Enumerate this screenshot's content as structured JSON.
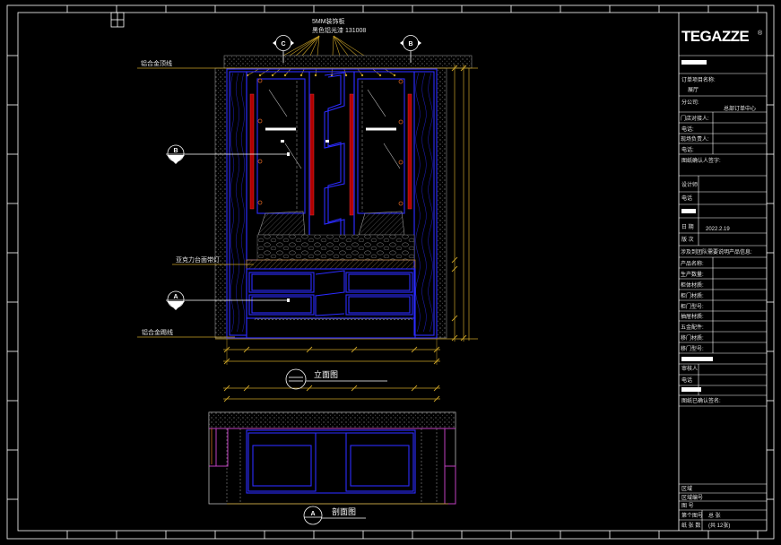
{
  "colors": {
    "background": "#000000",
    "frame": "#ffffff",
    "cabinet_blue": "#2b2bff",
    "dimension_yellow": "#c9a227",
    "accent_red": "#c01818",
    "section_magenta": "#c040c0",
    "hatch_gray": "#8a8a8a"
  },
  "drawing": {
    "top_note_1": "5MM装饰板",
    "top_note_2": "黑色铝光漆 131008",
    "label_top_trim": "铝合金顶线",
    "label_countertop": "亚克力台面带灯",
    "label_kick_trim": "铝合金踢线",
    "marker_top_left": "C",
    "marker_top_right": "B",
    "marker_left_upper": "B",
    "marker_left_lower": "A",
    "elevation_title": "立面图",
    "section_marker": "A",
    "section_title": "剖面图"
  },
  "title_block": {
    "logo": "TEGAZZE",
    "logo_mark": "®",
    "order_project_label": "订单项目名称:",
    "order_project_value": "展厅",
    "branch_label": "分公司:",
    "branch_value": "总部订单中心",
    "store_contact_label": "门店对接人:",
    "phone_label_1": "电话:",
    "site_manager_label": "现场负责人:",
    "phone_label_2": "电话:",
    "confirm_sign_label": "图纸确认人签字:",
    "designer_label": "设计师",
    "designer_phone_label": "电话",
    "date_label": "日 期",
    "date_value": "2022.2.19",
    "version_label": "版 次",
    "product_info_label": "涉及到团队需要说明产品信息:",
    "product_fields": [
      "产品名称:",
      "生产数量:",
      "柜体材质:",
      "柜门材质:",
      "柜门型号:",
      "抽屉材质:",
      "五金配件:",
      "移门材质:",
      "移门型号:"
    ],
    "reviewer_label": "审核人",
    "reviewer_phone_label": "电话",
    "drawing_confirmed_label": "图纸已确认签名:",
    "bottom": {
      "area": "区域",
      "area_code": "区域编号",
      "drawing_no": "图 号",
      "sheet_no": "第个图号",
      "total_label": "总 张",
      "sheet_count_label": "纸 张 数",
      "sheet_count_value": "(共 12张)"
    }
  }
}
